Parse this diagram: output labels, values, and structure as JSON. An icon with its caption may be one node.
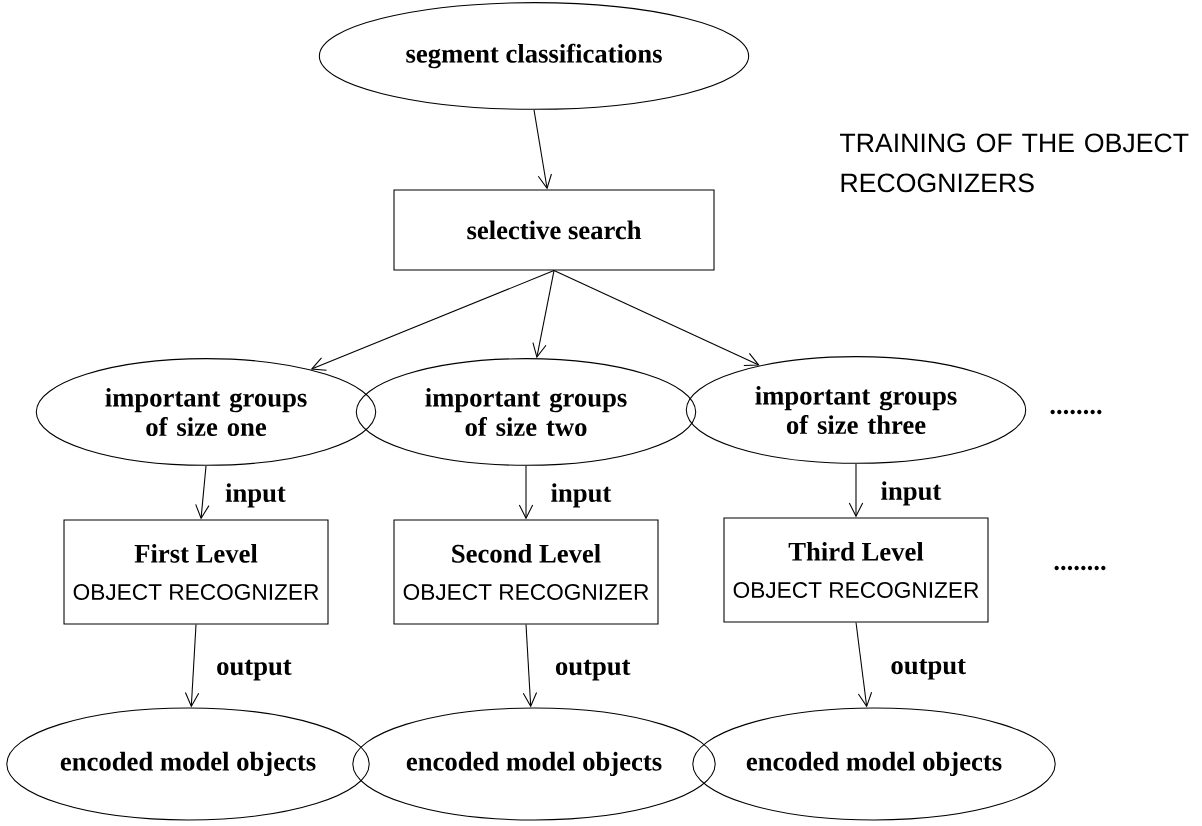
{
  "diagram": {
    "nodes": [
      {
        "text": [
          "segment classifications"
        ]
      },
      {
        "text": [
          "selective search"
        ]
      },
      {
        "text": [
          "important groups of size one"
        ]
      },
      {
        "text": [
          "important groups of size two"
        ]
      },
      {
        "text": [
          "important groups of size three"
        ]
      },
      {
        "text": [
          "First Level",
          "OBJECT RECOGNIZER"
        ]
      },
      {
        "text": [
          "Second Level",
          "OBJECT RECOGNIZER"
        ]
      },
      {
        "text": [
          "Third Level",
          "OBJECT RECOGNIZER"
        ]
      },
      {
        "text": [
          "encoded model objects"
        ]
      },
      {
        "text": [
          "encoded model objects"
        ]
      },
      {
        "text": [
          "encoded model objects"
        ]
      }
    ],
    "edges": [
      {
        "from": 0,
        "to": 1,
        "arrow": "to"
      },
      {
        "from": 1,
        "to": 2,
        "arrow": "to"
      },
      {
        "from": 1,
        "to": 3,
        "arrow": "to"
      },
      {
        "from": 1,
        "to": 4,
        "arrow": "to"
      },
      {
        "from": 2,
        "to": 5,
        "arrow": "to",
        "label": "input"
      },
      {
        "from": 3,
        "to": 6,
        "arrow": "to",
        "label": "input"
      },
      {
        "from": 4,
        "to": 7,
        "arrow": "to",
        "label": "input"
      },
      {
        "from": 5,
        "to": 8,
        "arrow": "to",
        "label": "output"
      },
      {
        "from": 6,
        "to": 9,
        "arrow": "to",
        "label": "output"
      },
      {
        "from": 7,
        "to": 10,
        "arrow": "to",
        "label": "output"
      }
    ],
    "labels": [
      "TRAINING OF THE OBJECT RECOGNIZERS",
      "........",
      "........"
    ]
  }
}
